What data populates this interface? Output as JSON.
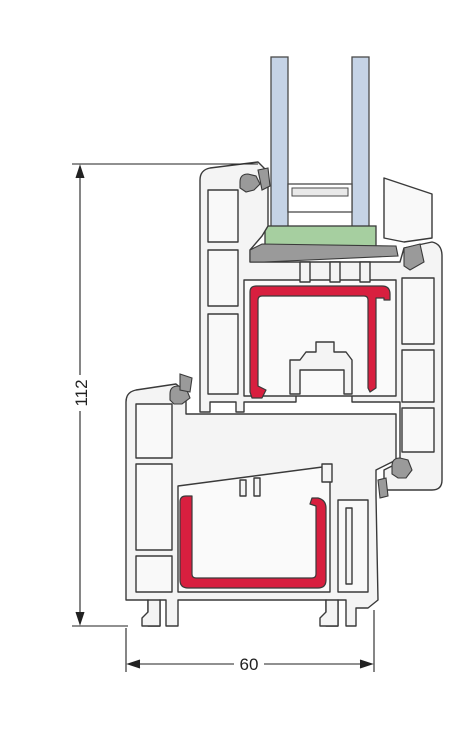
{
  "dimensions": {
    "height": {
      "value": 112,
      "label": "112"
    },
    "width": {
      "value": 60,
      "label": "60"
    }
  },
  "colors": {
    "profile_fill": "#f4f4f4",
    "profile_stroke": "#3a3a3a",
    "glass": "#c5d3e6",
    "glazing_bead": "#a6cfa0",
    "steel_reinforcement": "#d81f3f",
    "gasket": "#9a9a9a",
    "dimension_line": "#222222"
  }
}
